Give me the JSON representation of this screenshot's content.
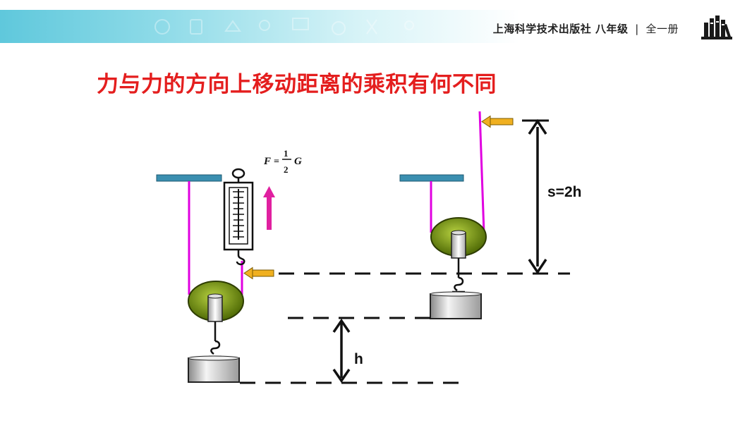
{
  "header": {
    "publisher": "上海科学技术出版社",
    "grade": "八年级",
    "separator": "|",
    "volume": "全一册",
    "logo_icon": "bookshelf-icon"
  },
  "slide": {
    "title": "力与力的方向上移动距离的乘积有何不同"
  },
  "diagram": {
    "formula": {
      "lhs": "F",
      "equals": "=",
      "numerator": "1",
      "denominator": "2",
      "rhs": "G"
    },
    "distance_labels": {
      "s": "s=2h",
      "h": "h"
    },
    "colors": {
      "rope": "#e000e0",
      "pulley": "#6e8c10",
      "ceiling": "#3a8fb0",
      "arrow_force": "#e020a0",
      "arrow_move": "#f0b020",
      "weight": "#cfcfcf"
    }
  }
}
